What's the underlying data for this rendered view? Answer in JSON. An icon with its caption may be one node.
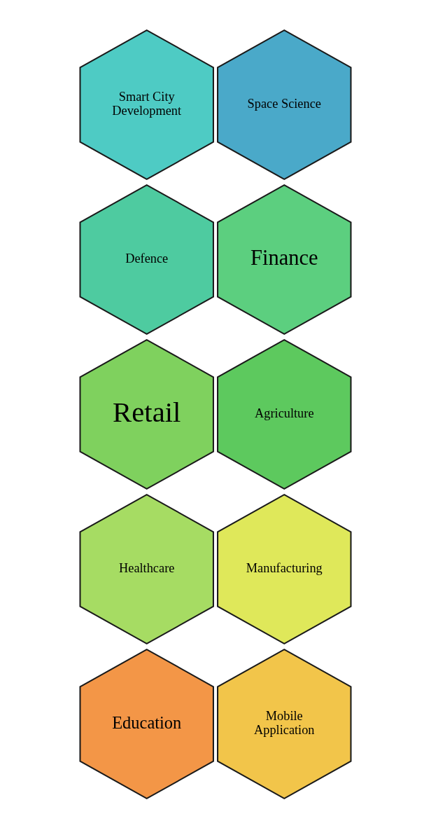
{
  "diagram": {
    "nodes": [
      {
        "text": [
          "Smart City Development"
        ]
      },
      {
        "text": [
          "Space Science"
        ]
      },
      {
        "text": [
          "Defence"
        ]
      },
      {
        "text": [
          "Finance"
        ]
      },
      {
        "text": [
          "Retail"
        ]
      },
      {
        "text": [
          "Agriculture"
        ]
      },
      {
        "text": [
          "Healthcare"
        ]
      },
      {
        "text": [
          "Manufacturing"
        ]
      },
      {
        "text": [
          "Education"
        ]
      },
      {
        "text": [
          "Mobile Application"
        ]
      }
    ]
  }
}
